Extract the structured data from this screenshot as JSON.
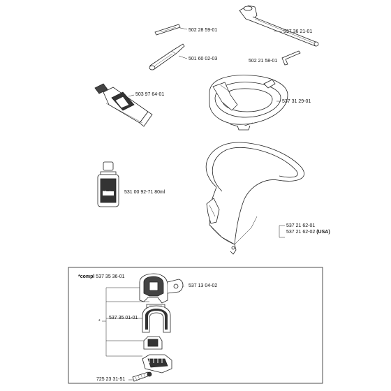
{
  "parts": {
    "file_holder": "502 28 59-01",
    "combination_wrench": "537 36 21-01",
    "round_file": "501 60 02-03",
    "hex_key": "502 21 58-01",
    "grease_tube": "503 97 64-01",
    "blade_guard": "537 31 29-01",
    "oil_bottle": "531 00 92-71 80ml",
    "bottle_text": "80ml",
    "harness_a": "537 21 62-01",
    "harness_b": "537 21 62-02",
    "harness_b_suffix": "(USA)"
  },
  "kit": {
    "compl_prefix": "*compl",
    "compl_number": "537 35 36-01",
    "cover_part": "537 13 04-02",
    "clamp_part": "537 35 01-01",
    "screw_part": "725 23 31-51",
    "asterisk": "*"
  }
}
